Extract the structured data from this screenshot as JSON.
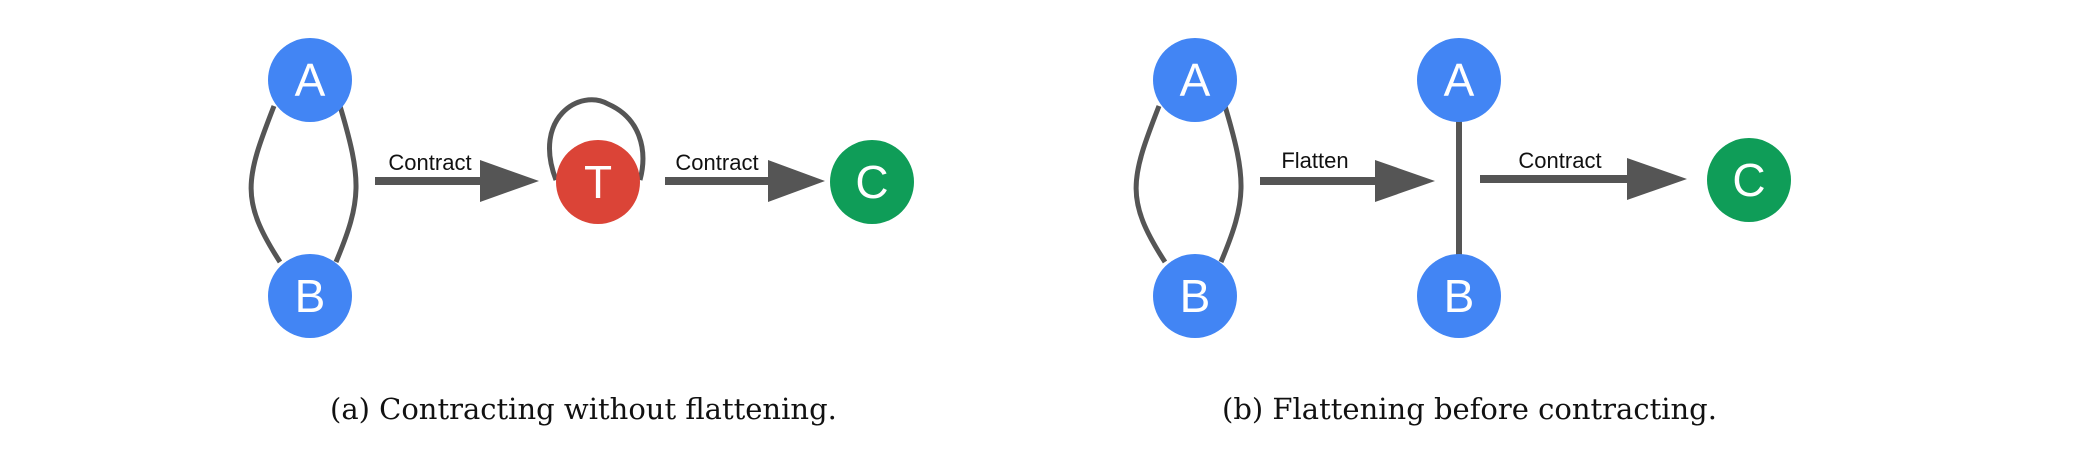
{
  "colors": {
    "blue": "#4285F4",
    "red": "#DB4437",
    "green": "#0F9D58",
    "edge": "#555555",
    "arrow": "#555555"
  },
  "panel_a": {
    "caption": "(a) Contracting without flattening.",
    "nodes": {
      "a": "A",
      "b": "B",
      "t": "T",
      "c": "C"
    },
    "arrow1_label": "Contract",
    "arrow2_label": "Contract"
  },
  "panel_b": {
    "caption": "(b) Flattening before contracting.",
    "nodes": {
      "a1": "A",
      "b1": "B",
      "a2": "A",
      "b2": "B",
      "c": "C"
    },
    "arrow1_label": "Flatten",
    "arrow2_label": "Contract"
  }
}
